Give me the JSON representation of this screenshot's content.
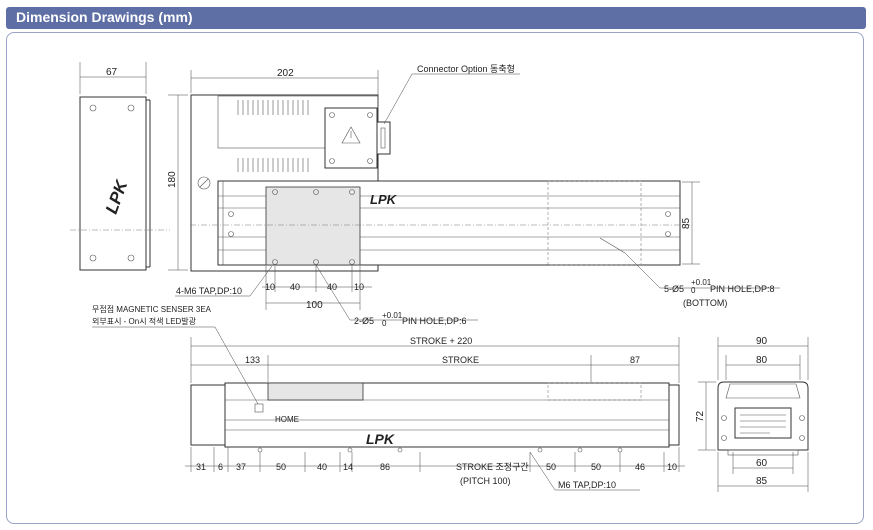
{
  "header": {
    "title": "Dimension Drawings (mm)",
    "color": "#5e6fa6"
  },
  "top_view": {
    "dim_67": "67",
    "dim_202": "202",
    "dim_180": "180",
    "dim_85": "85",
    "connector_label": "Connector Option 동축형",
    "tap_label": "4-M6 TAP,DP:10",
    "dim_10a": "10",
    "dim_40a": "40",
    "dim_40b": "40",
    "dim_10b": "10",
    "dim_100": "100",
    "pin_hole_label": "2-Ø5",
    "pin_hole_tol": "+0.01",
    "pin_hole_tol2": "0",
    "pin_hole_suffix": "PIN HOLE,DP:6",
    "bottom_pin_label": "5-Ø5",
    "bottom_pin_tol": "+0.01",
    "bottom_pin_tol2": "0",
    "bottom_pin_suffix": "PIN HOLE,DP:8",
    "bottom_note": "(BOTTOM)",
    "logo_text": "LPK"
  },
  "front_view": {
    "sensor_label_1": "무접점 MAGNETIC SENSER 3EA",
    "sensor_label_2": "외부표시 - On시 적색 LED발광",
    "stroke_plus": "STROKE + 220",
    "dim_133": "133",
    "stroke": "STROKE",
    "dim_87": "87",
    "home": "HOME",
    "dim_31": "31",
    "dim_6": "6",
    "dim_37": "37",
    "dim_50a": "50",
    "dim_40": "40",
    "dim_14": "14",
    "dim_86": "86",
    "stroke_range": "STROKE 조정구간",
    "pitch": "(PITCH 100)",
    "dim_50b": "50",
    "dim_50c": "50",
    "dim_46": "46",
    "dim_10": "10",
    "tap_label": "M6 TAP,DP:10",
    "logo_text": "LPK"
  },
  "side_view": {
    "dim_90": "90",
    "dim_80": "80",
    "dim_72": "72",
    "dim_60": "60",
    "dim_85": "85"
  }
}
